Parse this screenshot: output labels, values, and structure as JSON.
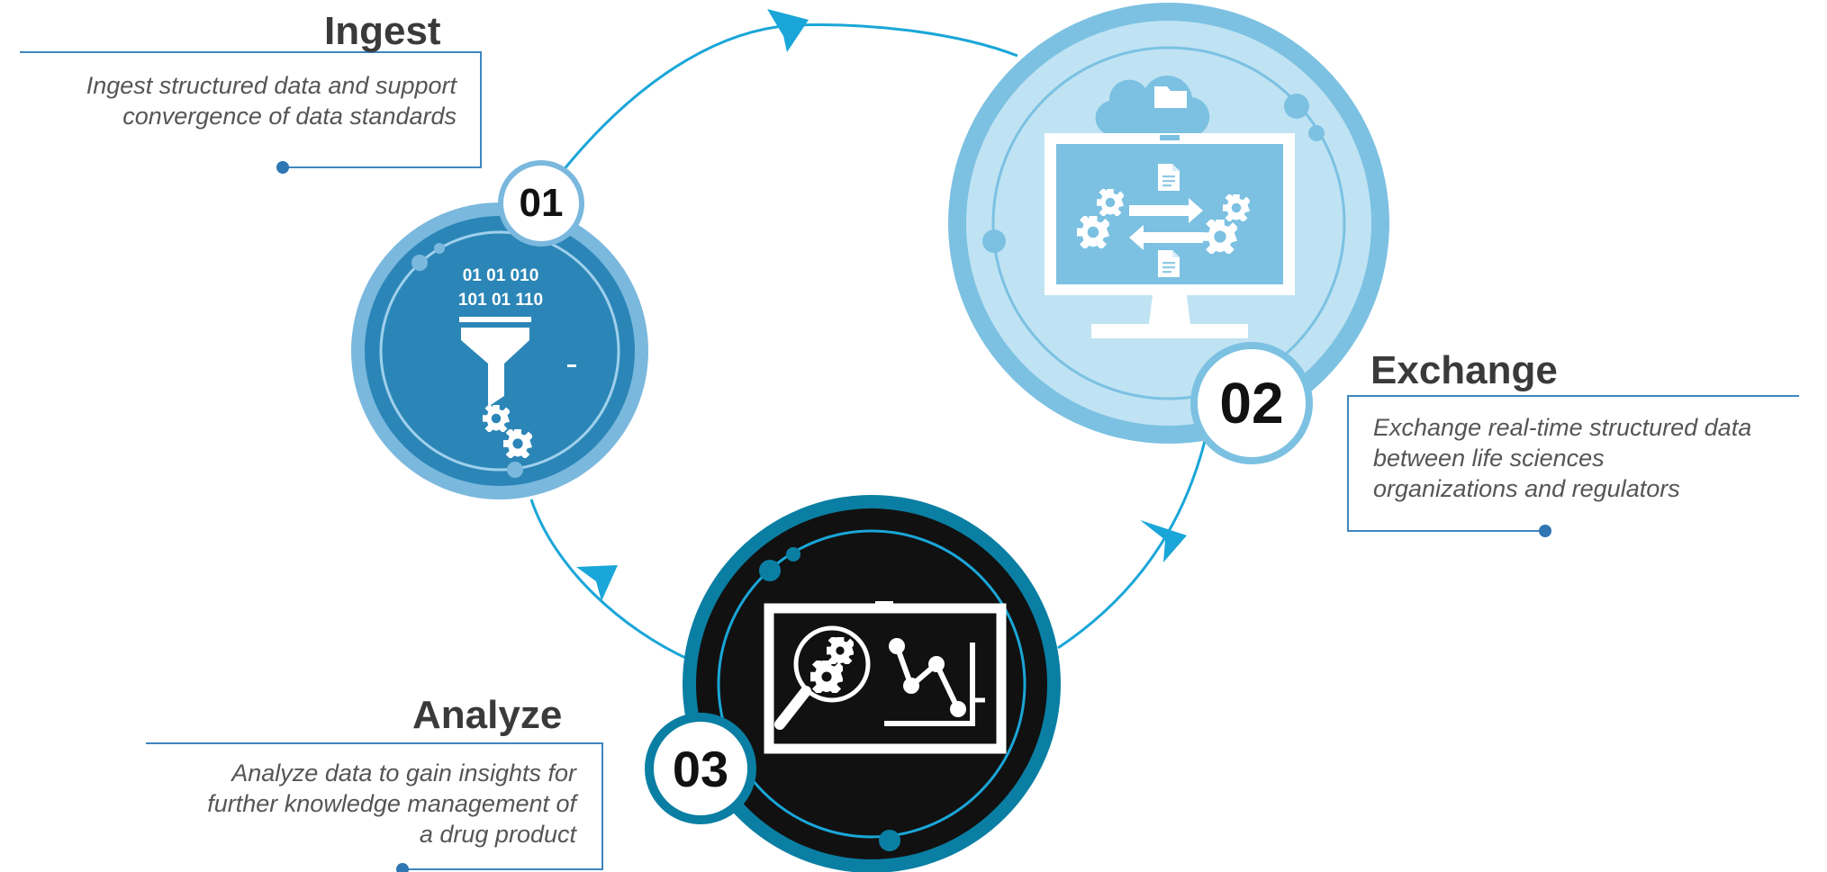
{
  "steps": [
    {
      "number": "01",
      "title": "Ingest",
      "description": [
        "Ingest structured data and support",
        "convergence of data standards"
      ],
      "icon": "funnel-gears-icon",
      "binary": [
        "01  01  010",
        "101  01  110"
      ]
    },
    {
      "number": "02",
      "title": "Exchange",
      "description": [
        "Exchange real-time structured data",
        "between life sciences",
        "organizations and regulators"
      ],
      "icon": "monitor-exchange-icon"
    },
    {
      "number": "03",
      "title": "Analyze",
      "description": [
        "Analyze data to gain insights for",
        "further knowledge management of",
        "a drug product"
      ],
      "icon": "analytics-chart-icon"
    }
  ],
  "colors": {
    "cycle": "#1aa6d8",
    "ingest_dark": "#2b86b7",
    "ingest_light": "#7ab8de",
    "exchange_dark": "#7cc1e2",
    "exchange_light": "#bfe3f3",
    "analyze_dark": "#111111",
    "analyze_ring": "#0a7fa3",
    "callout": "#3f86bf"
  }
}
